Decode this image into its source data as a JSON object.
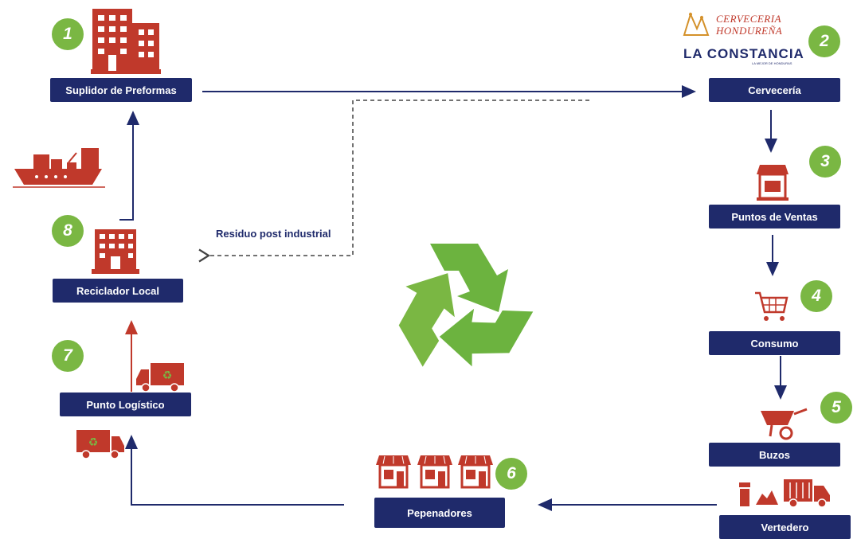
{
  "nodes": {
    "n1": "Suplidor de Preformas",
    "n2": "Cervecería",
    "n3": "Puntos de Ventas",
    "n4": "Consumo",
    "n5": "Buzos",
    "n6": "Pepenadores",
    "n7": "Punto Logístico",
    "n8": "Reciclador Local",
    "vertedero": "Vertedero"
  },
  "steps": [
    "1",
    "2",
    "3",
    "4",
    "5",
    "6",
    "7",
    "8"
  ],
  "edge_label": "Residuo post industrial",
  "brand": {
    "line1": "CERVECERIA",
    "line2": "HONDUREÑA",
    "line3": "LA CONSTANCIA",
    "line4": "LA MEJOR DE HONDURAS"
  },
  "colors": {
    "node_bg": "#1f2a6b",
    "step_green": "#7ab743",
    "icon_red": "#c0392b",
    "recycle_green": "#6cb33f",
    "arrow_blue": "#1f2a6b",
    "arrow_red": "#c0392b"
  }
}
